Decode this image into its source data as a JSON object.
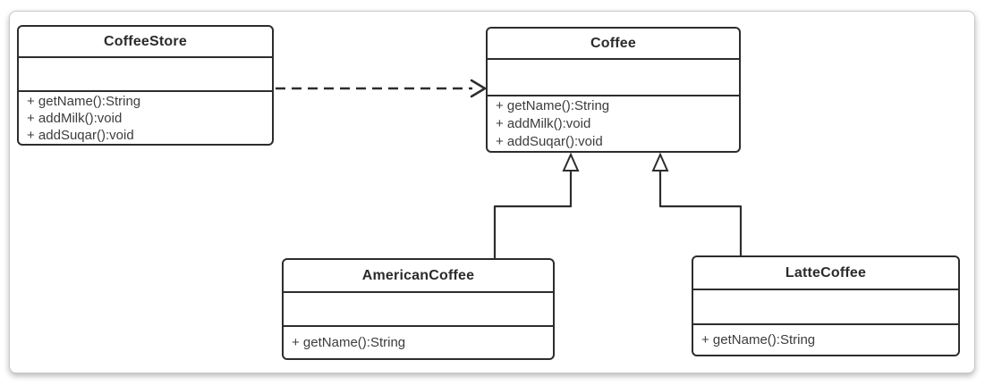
{
  "diagram": {
    "classes": [
      {
        "name": "CoffeeStore",
        "attributes": [],
        "methods": [
          "+ getName():String",
          "+ addMilk():void",
          "+ addSuqar():void"
        ]
      },
      {
        "name": "Coffee",
        "attributes": [],
        "methods": [
          "+ getName():String",
          "+ addMilk():void",
          "+ addSuqar():void"
        ]
      },
      {
        "name": "AmericanCoffee",
        "attributes": [],
        "methods": [
          "+ getName():String"
        ]
      },
      {
        "name": "LatteCoffee",
        "attributes": [],
        "methods": [
          "+ getName():String"
        ]
      }
    ],
    "relationships": [
      {
        "from": "CoffeeStore",
        "to": "Coffee",
        "type": "dependency",
        "line": "dashed",
        "arrowhead": "open-arrow"
      },
      {
        "from": "AmericanCoffee",
        "to": "Coffee",
        "type": "generalization",
        "line": "solid",
        "arrowhead": "hollow-triangle"
      },
      {
        "from": "LatteCoffee",
        "to": "Coffee",
        "type": "generalization",
        "line": "solid",
        "arrowhead": "hollow-triangle"
      }
    ],
    "colors": {
      "stroke": "#2d2d2d",
      "method_text": "#3c3c3c",
      "title_text": "#2b2b2b",
      "node_background": "#ffffff",
      "frame_border": "#c9c9c9",
      "page_background": "#ffffff"
    }
  }
}
